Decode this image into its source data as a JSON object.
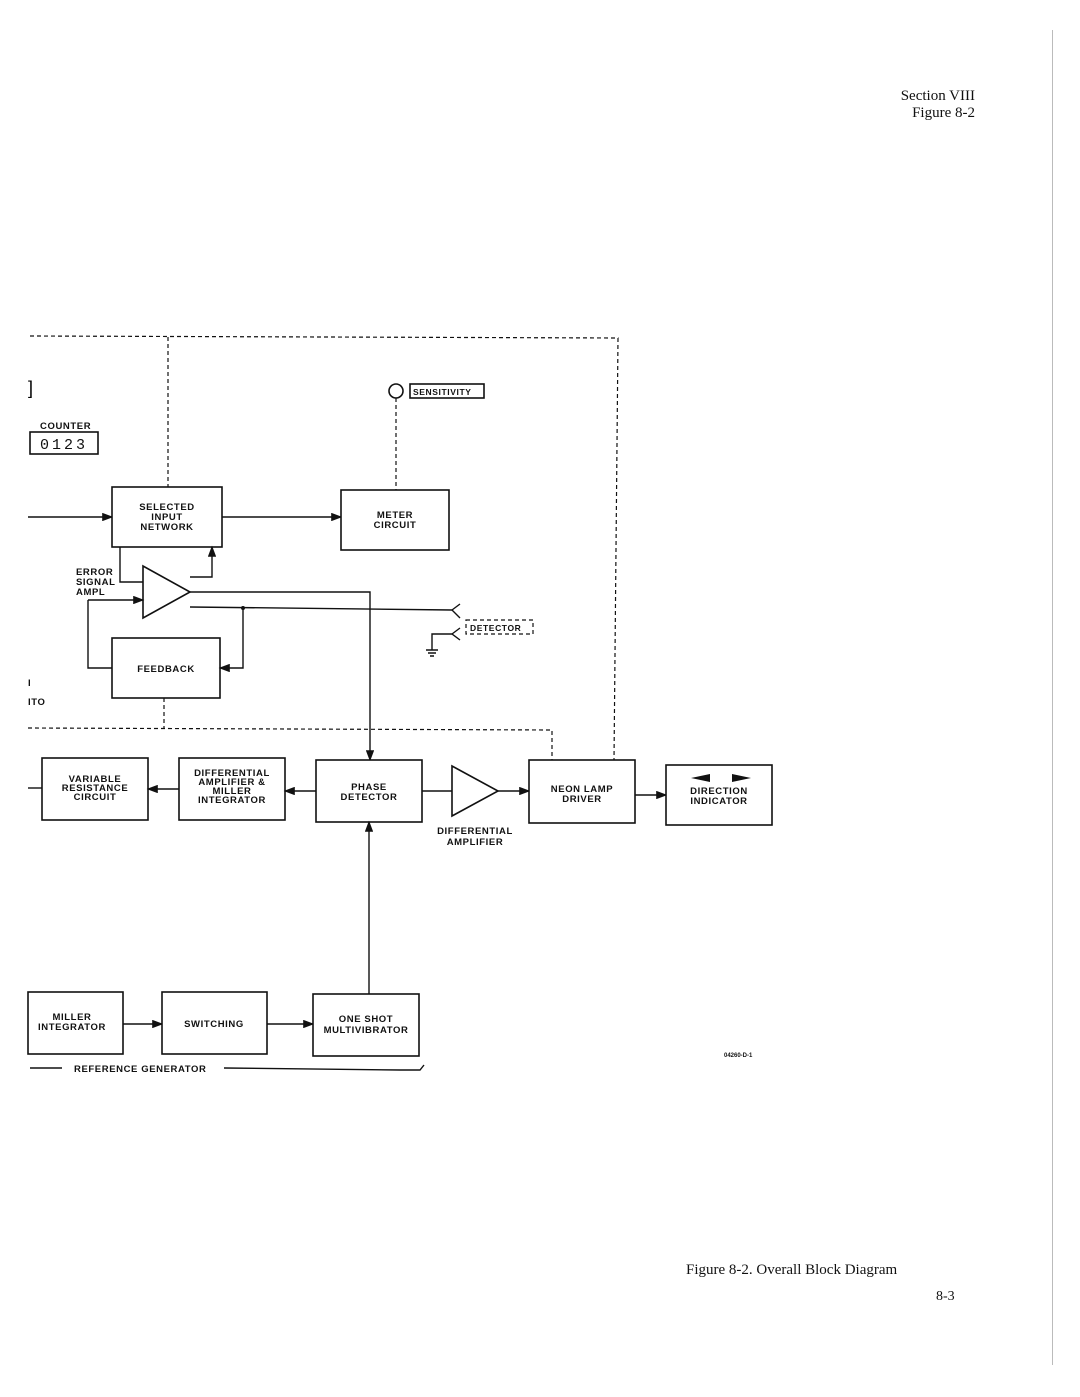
{
  "header": {
    "section": "Section VIII",
    "figure": "Figure 8-2"
  },
  "caption": "Figure 8-2.   Overall Block Diagram",
  "page_number": "8-3",
  "diagram": {
    "bracket_mark": "]",
    "counter_label": "COUNTER",
    "counter_value": "0123",
    "sensitivity_label": "SENSITIVITY",
    "error_signal_label": [
      "ERROR",
      "SIGNAL",
      "AMPL"
    ],
    "detector_label": "DETECTOR",
    "left_mark_1": "I",
    "left_mark_2": "ITO",
    "differential_amp_label": [
      "DIFFERENTIAL",
      "AMPLIFIER"
    ],
    "reference_generator_label": "REFERENCE   GENERATOR",
    "drawing_number": "04260-D-1",
    "blocks": {
      "selected_input_network": [
        "SELECTED",
        "INPUT",
        "NETWORK"
      ],
      "meter_circuit": [
        "METER",
        "CIRCUIT"
      ],
      "feedback": [
        "FEEDBACK"
      ],
      "variable_resistance_circuit": [
        "VARIABLE",
        "RESISTANCE",
        "CIRCUIT"
      ],
      "diff_amp_miller_integrator": [
        "DIFFERENTIAL",
        "AMPLIFIER &",
        "MILLER",
        "INTEGRATOR"
      ],
      "phase_detector": [
        "PHASE",
        "DETECTOR"
      ],
      "neon_lamp_driver": [
        "NEON  LAMP",
        "DRIVER"
      ],
      "direction_indicator": [
        "DIRECTION",
        "INDICATOR"
      ],
      "miller_integrator": [
        "MILLER",
        "INTEGRATOR"
      ],
      "switching": [
        "SWITCHING"
      ],
      "one_shot_multivibrator": [
        "ONE  SHOT",
        "MULTIVIBRATOR"
      ]
    }
  }
}
